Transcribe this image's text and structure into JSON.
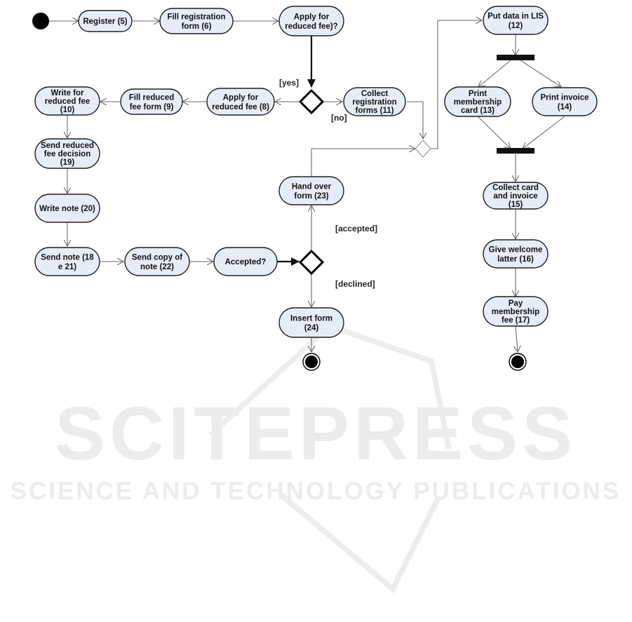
{
  "watermark": {
    "title": "SCITEPRESS",
    "subtitle": "SCIENCE AND TECHNOLOGY PUBLICATIONS"
  },
  "guards": {
    "yes": "[yes]",
    "no": "[no]",
    "accepted": "[accepted]",
    "declined": "[declined]"
  },
  "activities": [
    {
      "id": "register",
      "lines": [
        "Register (5)"
      ]
    },
    {
      "id": "fill-registration-form",
      "lines": [
        "Fill registration",
        "form (6)"
      ]
    },
    {
      "id": "apply-for-reduced-fee-question",
      "lines": [
        "Apply for",
        "reduced fee)?"
      ]
    },
    {
      "id": "put-data-in-lis",
      "lines": [
        "Put data in LIS",
        "(12)"
      ]
    },
    {
      "id": "write-for-reduced-fee",
      "lines": [
        "Write for",
        "reduced fee",
        "(10)"
      ]
    },
    {
      "id": "fill-reduced-fee-form",
      "lines": [
        "Fill reduced",
        "fee form (9)"
      ]
    },
    {
      "id": "apply-for-reduced-fee",
      "lines": [
        "Apply for",
        "reduced fee (8)"
      ]
    },
    {
      "id": "collect-registration-forms",
      "lines": [
        "Collect",
        "registration",
        "forms (11)"
      ]
    },
    {
      "id": "print-membership-card",
      "lines": [
        "Print",
        "membership",
        "card (13)"
      ]
    },
    {
      "id": "print-invoice",
      "lines": [
        "Print invoice",
        "(14)"
      ]
    },
    {
      "id": "send-reduced-fee-decision",
      "lines": [
        "Send reduced",
        "fee decision",
        "(19)"
      ]
    },
    {
      "id": "hand-over-form",
      "lines": [
        "Hand over",
        "form (23)"
      ]
    },
    {
      "id": "collect-card-and-invoice",
      "lines": [
        "Collect card",
        "and invoice",
        "(15)"
      ]
    },
    {
      "id": "write-note",
      "lines": [
        "Write note (20)"
      ]
    },
    {
      "id": "give-welcome-letter",
      "lines": [
        "Give welcome",
        "latter (16)"
      ]
    },
    {
      "id": "send-note",
      "lines": [
        "Send note (18",
        "e 21)"
      ]
    },
    {
      "id": "send-copy-of-note",
      "lines": [
        "Send copy of",
        "note (22)"
      ]
    },
    {
      "id": "accepted-question",
      "lines": [
        "Accepted?"
      ]
    },
    {
      "id": "insert-form",
      "lines": [
        "Insert form",
        "(24)"
      ]
    },
    {
      "id": "pay-membership-fee",
      "lines": [
        "Pay",
        "membership",
        "fee (17)"
      ]
    }
  ]
}
